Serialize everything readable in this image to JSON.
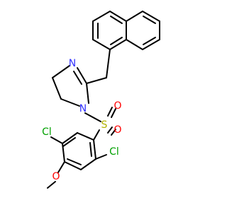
{
  "molecule": {
    "atoms": {
      "N_imine": {
        "symbol": "N",
        "color": "#3333ff"
      },
      "N_amine": {
        "symbol": "N",
        "color": "#3333ff"
      },
      "S": {
        "symbol": "S",
        "color": "#b2b200"
      },
      "O_top": {
        "symbol": "O",
        "color": "#ff0000"
      },
      "O_bottom": {
        "symbol": "O",
        "color": "#ff0000"
      },
      "Cl_left": {
        "symbol": "Cl",
        "color": "#00a000"
      },
      "Cl_right": {
        "symbol": "Cl",
        "color": "#00a000"
      },
      "O_methoxy": {
        "symbol": "O",
        "color": "#ff0000"
      }
    }
  }
}
